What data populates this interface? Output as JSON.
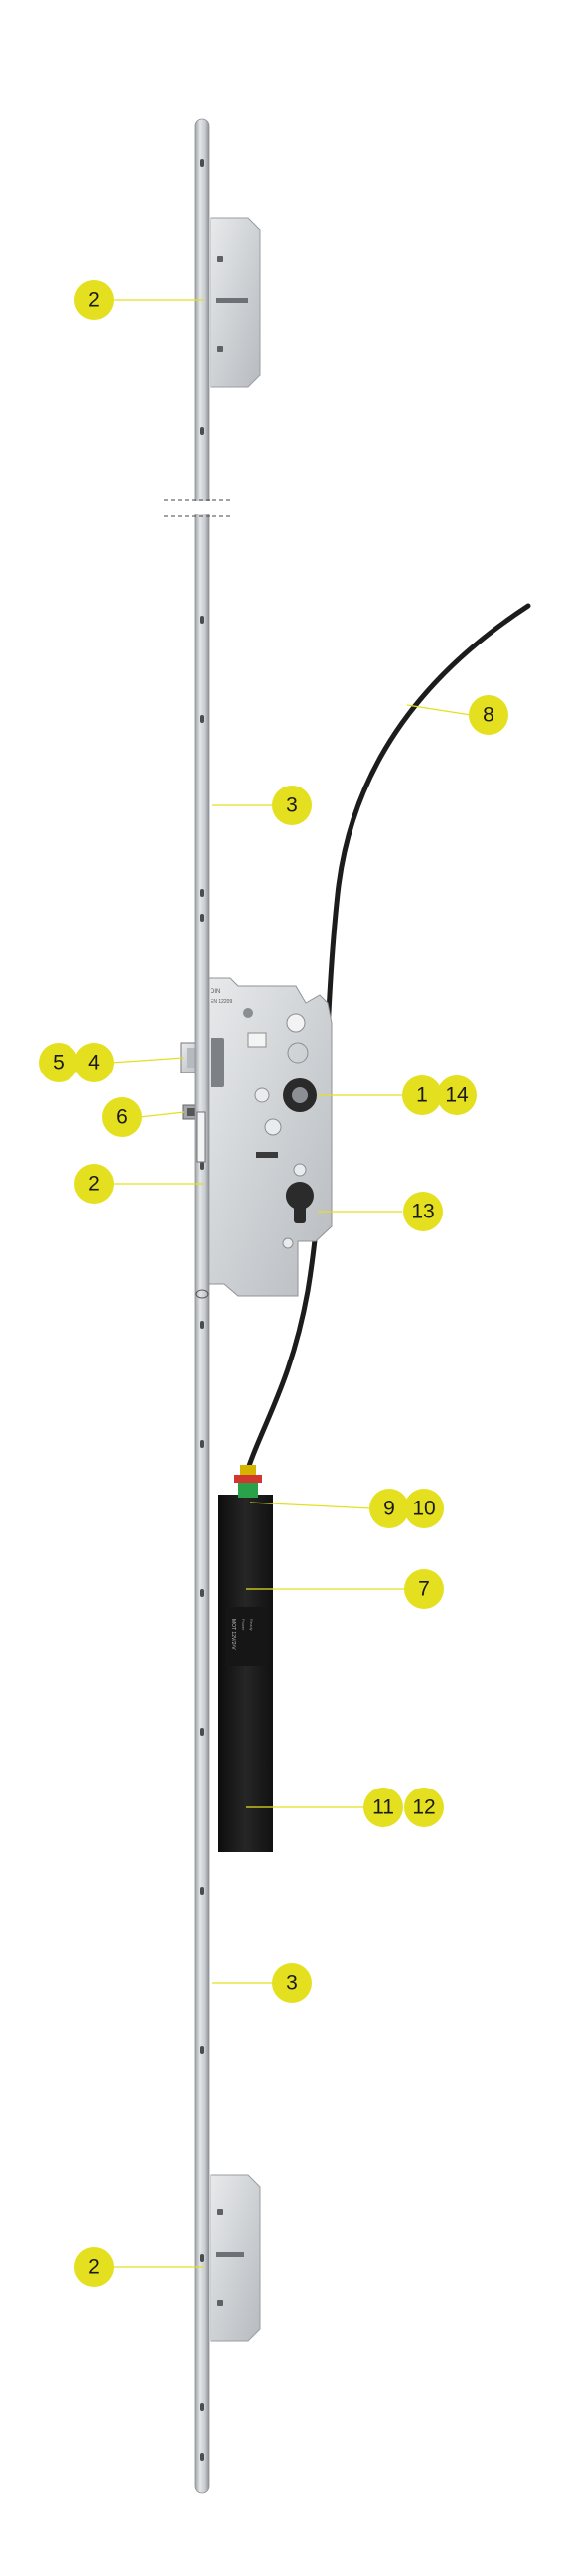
{
  "callouts": [
    {
      "id": "c-2-top",
      "label": "2"
    },
    {
      "id": "c-3-upper",
      "label": "3"
    },
    {
      "id": "c-8",
      "label": "8"
    },
    {
      "id": "c-5",
      "label": "5"
    },
    {
      "id": "c-4",
      "label": "4"
    },
    {
      "id": "c-1",
      "label": "1"
    },
    {
      "id": "c-14",
      "label": "14"
    },
    {
      "id": "c-6",
      "label": "6"
    },
    {
      "id": "c-2-mid",
      "label": "2"
    },
    {
      "id": "c-13",
      "label": "13"
    },
    {
      "id": "c-9",
      "label": "9"
    },
    {
      "id": "c-10",
      "label": "10"
    },
    {
      "id": "c-7",
      "label": "7"
    },
    {
      "id": "c-11",
      "label": "11"
    },
    {
      "id": "c-12",
      "label": "12"
    },
    {
      "id": "c-3-lower",
      "label": "3"
    },
    {
      "id": "c-2-bottom",
      "label": "2"
    }
  ],
  "product_text": {
    "lock_case_marks": [
      "DIN",
      "EN 12209"
    ],
    "motor_marks": [
      "MOT 12V/24V",
      "Power",
      "Ready"
    ]
  },
  "colors": {
    "callout": "#e4e01f",
    "steel": "#c9cccf",
    "motor": "#1a1a1a",
    "cable": "#1c1c1c"
  }
}
